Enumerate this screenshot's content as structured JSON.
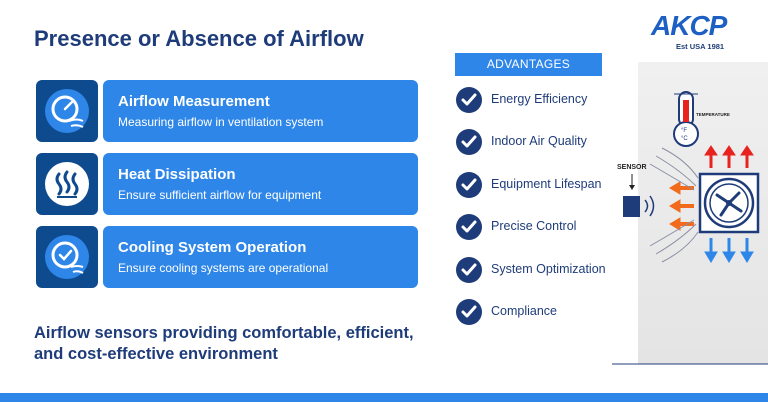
{
  "title": "Presence or Absence of Airflow",
  "features": [
    {
      "title": "Airflow Measurement",
      "desc": "Measuring airflow in ventilation system",
      "icon": "gauge-icon"
    },
    {
      "title": "Heat Dissipation",
      "desc": "Ensure sufficient airflow for equipment",
      "icon": "heat-icon"
    },
    {
      "title": "Cooling System Operation",
      "desc": "Ensure cooling systems are operational",
      "icon": "cooling-clock-icon"
    }
  ],
  "tagline": "Airflow sensors providing comfortable, efficient, and cost-effective environment",
  "advantages": {
    "header": "ADVANTAGES",
    "items": [
      "Energy Efficiency",
      "Indoor Air Quality",
      "Equipment Lifespan",
      "Precise Control",
      "System Optimization",
      "Compliance"
    ]
  },
  "logo": {
    "name": "AKCP",
    "sub": "Est USA 1981"
  },
  "diagram": {
    "sensor_label": "SENSOR",
    "temp_label": "TEMPERATURE",
    "thermo_units": "°F °C"
  },
  "colors": {
    "navy": "#1f3c7a",
    "blue": "#2e86e8",
    "dark_blue": "#0e4a8e",
    "red": "#e8231f",
    "orange": "#f26b1d"
  }
}
